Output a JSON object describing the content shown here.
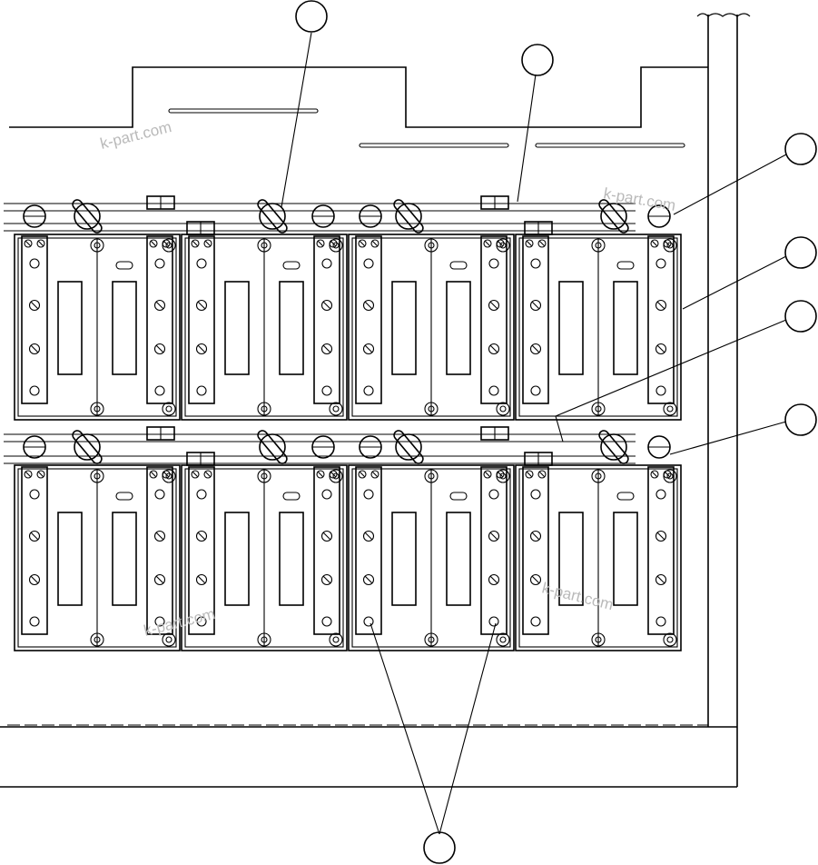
{
  "diagram": {
    "title": "",
    "watermarks": [
      "k-part.com",
      "k-part.com",
      "k-part.com",
      "k-part.com"
    ],
    "callouts": [
      "",
      "",
      "",
      "",
      "",
      "",
      ""
    ],
    "colors": {
      "line": "#000000",
      "background": "#ffffff",
      "watermark": "#b9b9b9"
    }
  }
}
